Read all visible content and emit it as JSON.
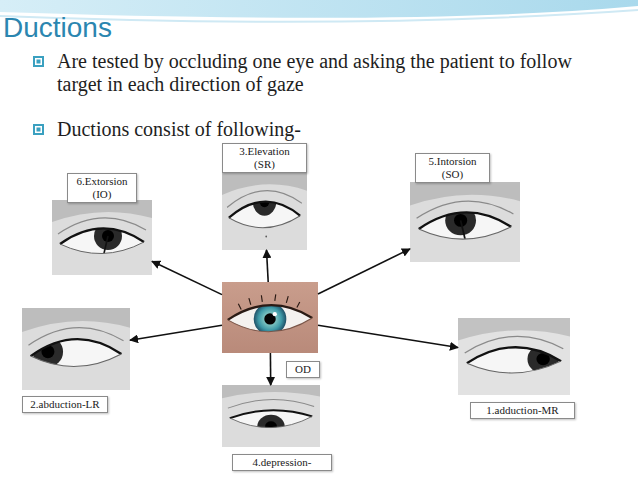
{
  "diagram": {
    "title": "Ductions",
    "nodes": [
      {
        "text": [
          "6.Extorsion (IO)"
        ]
      },
      {
        "text": [
          "3.Elevation (SR)"
        ]
      },
      {
        "text": [
          "5.Intorsion (SO)"
        ]
      },
      {
        "text": [
          "OD"
        ]
      },
      {
        "text": [
          "2.abduction-LR"
        ]
      },
      {
        "text": [
          "1.adduction-MR"
        ]
      },
      {
        "text": [
          "4.depression-"
        ]
      }
    ],
    "edges": [
      {
        "from": 3,
        "to": 0,
        "arrow": "to"
      },
      {
        "from": 3,
        "to": 1,
        "arrow": "to"
      },
      {
        "from": 3,
        "to": 2,
        "arrow": "to"
      },
      {
        "from": 3,
        "to": 4,
        "arrow": "to"
      },
      {
        "from": 3,
        "to": 5,
        "arrow": "to"
      },
      {
        "from": 3,
        "to": 6,
        "arrow": "to"
      }
    ],
    "labels": [
      "Are tested by occluding one eye and asking the patient to follow target in each direction of gaze",
      "Ductions consist of following-"
    ]
  }
}
